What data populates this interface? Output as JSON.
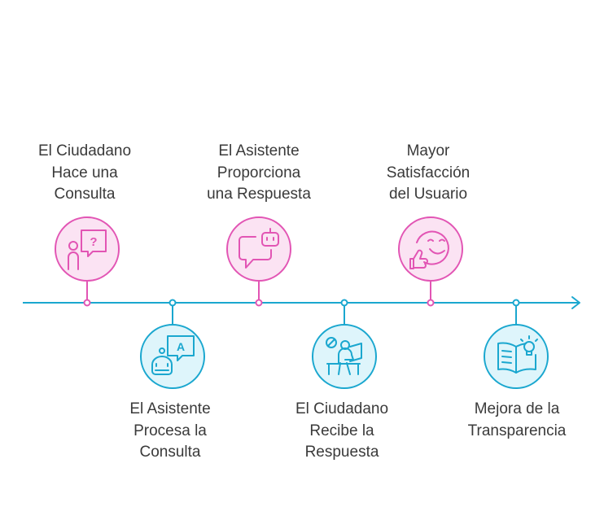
{
  "colors": {
    "axis": "#1aa7cf",
    "pink_stroke": "#e255b4",
    "pink_fill": "#fbe3f3",
    "blue_stroke": "#1aa7cf",
    "blue_fill": "#def5fb"
  },
  "steps": [
    {
      "lines": [
        "El Ciudadano",
        "Hace una",
        "Consulta"
      ],
      "icon": "person-question-icon",
      "color": "pink"
    },
    {
      "lines": [
        "El Asistente",
        "Procesa la",
        "Consulta"
      ],
      "icon": "robot-chat-icon",
      "color": "blue"
    },
    {
      "lines": [
        "El Asistente",
        "Proporciona",
        "una Respuesta"
      ],
      "icon": "chat-bubble-robot-icon",
      "color": "pink"
    },
    {
      "lines": [
        "El Ciudadano",
        "Recibe la",
        "Respuesta"
      ],
      "icon": "person-reading-icon",
      "color": "blue"
    },
    {
      "lines": [
        "Mayor",
        "Satisfacción",
        "del Usuario"
      ],
      "icon": "smiley-thumbs-up-icon",
      "color": "pink"
    },
    {
      "lines": [
        "Mejora de la",
        "Transparencia"
      ],
      "icon": "open-book-idea-icon",
      "color": "blue"
    }
  ]
}
